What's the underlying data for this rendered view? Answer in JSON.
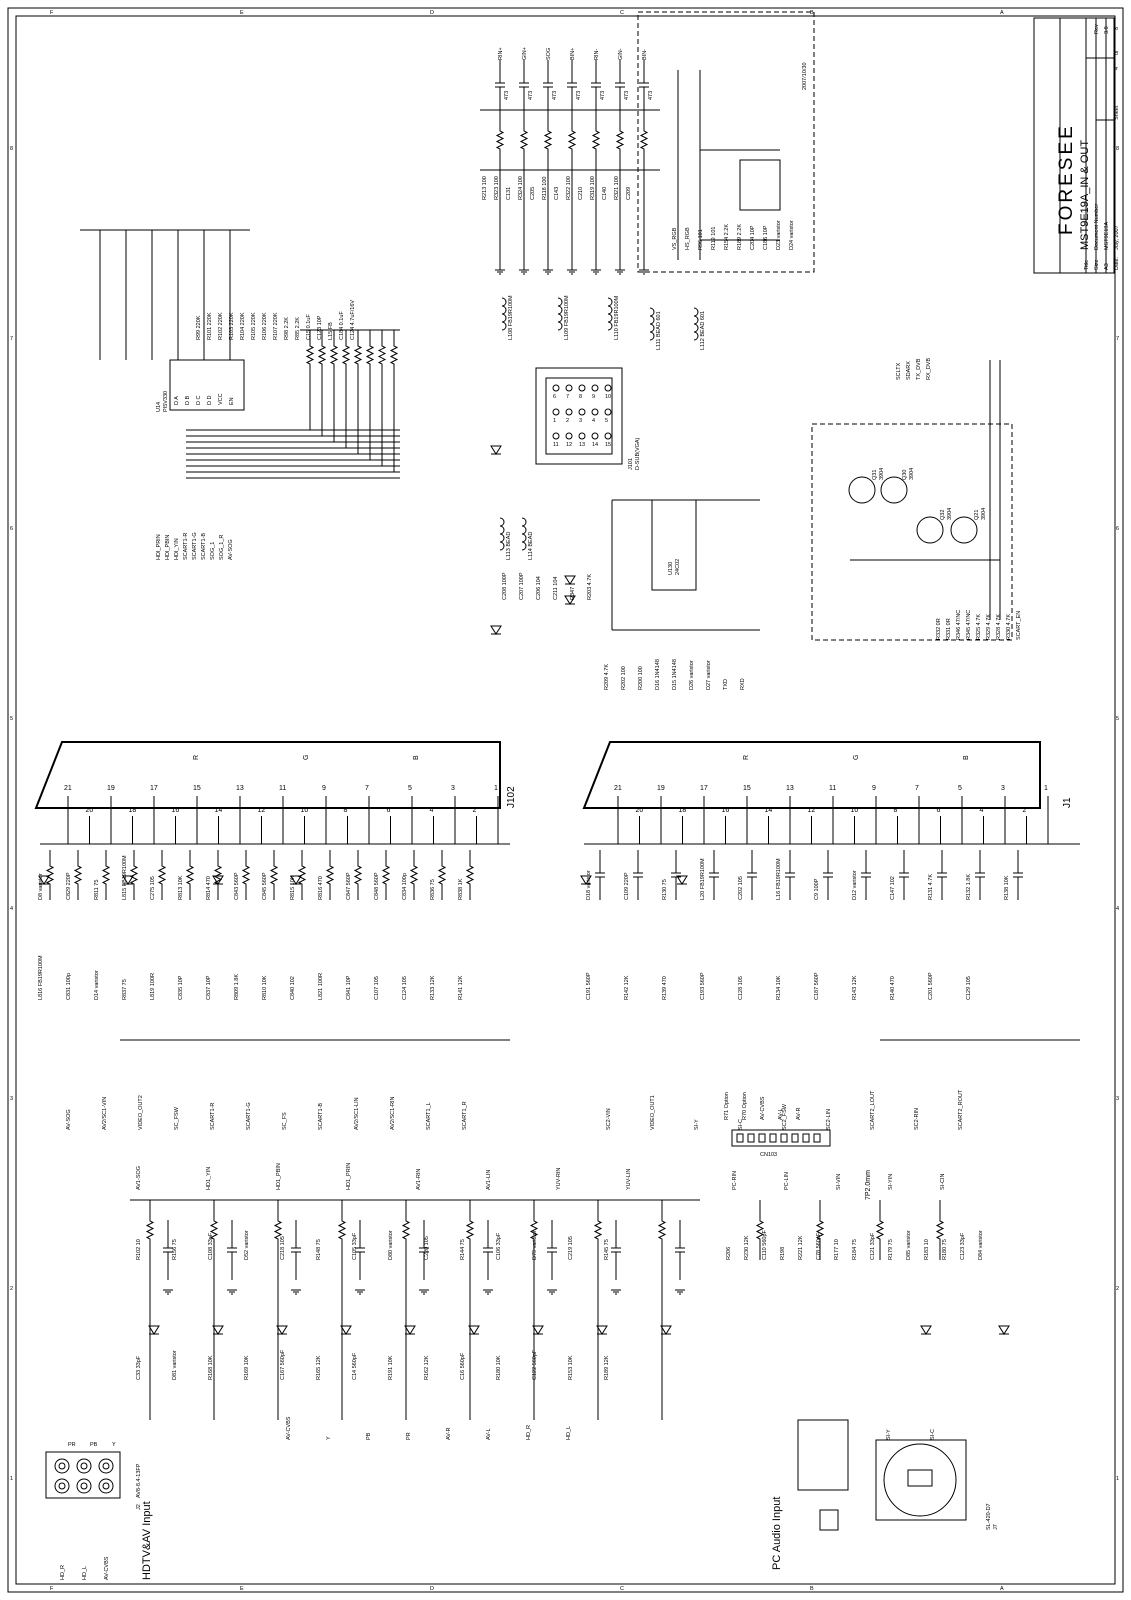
{
  "title_block": {
    "company": "FORESEE",
    "title": "MST9E19A_IN & OUT",
    "title_label": "Title",
    "size_label": "Size",
    "size": "A3",
    "docnum_label": "Document Number",
    "docnum": "MST9E19A",
    "rev_label": "Rev",
    "rev": "3.0",
    "date_label": "Date:",
    "date": "July, 2007",
    "sheet_label": "Sheet",
    "sheet": "4",
    "of_label": "of",
    "sheets_total": "8"
  },
  "revision_stamp": "2007/10/30",
  "border": {
    "col_marks": [
      "8",
      "7",
      "6",
      "5",
      "4",
      "3",
      "2",
      "1"
    ],
    "row_marks": [
      "A",
      "B",
      "C",
      "D",
      "E",
      "F"
    ]
  },
  "connectors": {
    "scart1": {
      "ref": "J102",
      "pins": [
        "21",
        "20",
        "19",
        "18",
        "17",
        "16",
        "15",
        "14",
        "13",
        "12",
        "11",
        "10",
        "9",
        "8",
        "7",
        "6",
        "5",
        "4",
        "3",
        "2",
        "1"
      ],
      "rgb": [
        "R",
        "G",
        "B"
      ]
    },
    "scart2": {
      "ref": "J1",
      "pins": [
        "21",
        "20",
        "19",
        "18",
        "17",
        "16",
        "15",
        "14",
        "13",
        "12",
        "11",
        "10",
        "9",
        "8",
        "7",
        "6",
        "5",
        "4",
        "3",
        "2",
        "1"
      ],
      "rgb": [
        "R",
        "G",
        "B"
      ]
    },
    "dsub": {
      "ref": "J101",
      "type": "D-SUB(VGA)",
      "pins": [
        "6",
        "7",
        "8",
        "9",
        "10",
        "1",
        "2",
        "3",
        "4",
        "5",
        "11",
        "12",
        "13",
        "14",
        "15"
      ]
    },
    "rca": {
      "ref": "J2",
      "part": "AV8-8.4-13FP",
      "labels": [
        "PR",
        "PB",
        "Y",
        "HD_R",
        "HD_L",
        "AV-CVBS"
      ]
    },
    "audio": {
      "ref": "PC Audio Input",
      "part": "7P2.0mm"
    },
    "svideo": {
      "ref": "J7",
      "part": "SL-420-D7",
      "labels": [
        "SI-Y",
        "SI-C"
      ]
    },
    "cn103": {
      "ref": "CN103"
    }
  },
  "sections": {
    "hdtv_caption": "HDTV&AV Input",
    "pc_audio_caption": "PC Audio Input"
  },
  "ics": {
    "u14": {
      "ref": "U14",
      "part": "PI5V330",
      "pins": [
        "D A",
        "D B",
        "D C",
        "D D",
        "VCC",
        "EN"
      ]
    },
    "u130": {
      "ref": "U130",
      "part": "24C02"
    },
    "q31": {
      "ref": "Q31",
      "part": "3904"
    },
    "q30": {
      "ref": "Q30",
      "part": "3904"
    },
    "q32": {
      "ref": "Q32",
      "part": "3904"
    },
    "q21": {
      "ref": "Q21",
      "part": "3904"
    }
  },
  "top_nets": [
    "RIN+",
    "GIN+",
    "SOG",
    "BIN+",
    "RIN-",
    "GIN-",
    "BIN-"
  ],
  "top_caps": [
    "473",
    "473",
    "473",
    "473",
    "473",
    "473",
    "473"
  ],
  "top_resistors": [
    "R213 100",
    "R323 100",
    "C131",
    "R324 100",
    "C205",
    "R118 100",
    "C143",
    "R322 100",
    "C210",
    "R319 100",
    "C140",
    "R321 100",
    "C209"
  ],
  "vga_labels": [
    "VS_RGB",
    "HS_RGB",
    "R96 101",
    "R119 101",
    "R154 2.2K",
    "R189 2.2K",
    "C204 10P",
    "C186 10P",
    "D23 varistor",
    "D24 varistor"
  ],
  "ferrites": [
    "L108 FB19R100M",
    "L109 FB19R100M",
    "L110 FB19R100M",
    "L111 BEAD 601",
    "L112 BEAD 601",
    "L113 BEAD",
    "L114 BEAD"
  ],
  "u14_labels": [
    "HDI_PRIN",
    "HDI_PBIN",
    "HDI_YIN",
    "SCART1-R",
    "SCART1-G",
    "SCART1-B",
    "SOG_1",
    "SOG_1_R",
    "AV-SOG",
    "R99 220K",
    "R101 220K",
    "R102 220K",
    "R103 220K",
    "R104 220K",
    "R105 220K",
    "R106 220K",
    "R107 220K",
    "R98 2.2K",
    "R85 2.2K",
    "C15 0.1uF",
    "C123 10P",
    "L15 FB",
    "C184 0.1uF",
    "C124 4.7uF/16V"
  ],
  "i2c_labels": [
    "SCLTX",
    "SDARX",
    "TX_DVB",
    "RX_DVB",
    "R332 0R",
    "R331 0R",
    "R346 47/NC",
    "R345 47/NC",
    "R325 4.7K",
    "R329 4.7K",
    "R328 4.7K",
    "R330 4.7K",
    "SCART_EN"
  ],
  "eeprom_labels": [
    "C208 100P",
    "C207 100P",
    "C206 104",
    "C211 104",
    "R347",
    "R203 4.7K",
    "R209 4.7K",
    "R202 100",
    "R200 100",
    "D16 1N4148",
    "D15 1N4148",
    "D26 varistor",
    "D27 varistor",
    "TXD",
    "RXD"
  ],
  "scart1_parts": [
    "D8 varistor",
    "C829 220P",
    "R811 75",
    "L815 FB19R100M",
    "C275 105",
    "R813 10K",
    "R814 470",
    "C843 560P",
    "C845 560P",
    "R815 10K",
    "R816 470",
    "C847 560P",
    "C848 560P",
    "C834 100p",
    "R836 75",
    "R838 1K",
    "L816 FB19R100M",
    "C831 100p",
    "D14 varistor",
    "R837 75",
    "L819 100R",
    "C835 10P",
    "C837 10P",
    "R809 1.8K",
    "R810 10K",
    "C840 102",
    "L821 100R",
    "C841 10P",
    "C107 105",
    "C124 105",
    "R133 12K",
    "R141 12K"
  ],
  "scart1_nets": [
    "AV-SOG",
    "AV2/SC1-VIN",
    "VIDEO_OUT2",
    "SC_FSW",
    "SCART1-R",
    "SCART1-G",
    "SC_FS",
    "SCART1-B",
    "AV2/SC1-LIN",
    "AV2/SC1-RIN",
    "SCART1_L",
    "SCART1_R"
  ],
  "scart2_parts": [
    "D18 varistor",
    "C109 220P",
    "R130 75",
    "L20 FB19R100M",
    "C202 105",
    "L16 FB19R100M",
    "C9 100P",
    "D12 varistor",
    "C147 102",
    "R131 4.7K",
    "R132 1.8K",
    "R138 10K",
    "C191 560P",
    "R142 12K",
    "R139 470",
    "C193 560P",
    "C128 105",
    "R134 10K",
    "C187 560P",
    "R143 12K",
    "R140 470",
    "C201 560P",
    "C129 105"
  ],
  "scart2_nets": [
    "SC2-VIN",
    "VIDEO_OUT1",
    "SI-Y",
    "SI-C",
    "SC2_FSW",
    "SC2-LIN",
    "SCART2_LOUT",
    "SC2-RIN",
    "SCART2_ROUT"
  ],
  "cn103_parts": [
    "R71 Option",
    "R70 Option",
    "AV-CVBS",
    "AV-L",
    "AV-R"
  ],
  "hdtv_parts": [
    "R102 10",
    "R156 75",
    "C108 33pF",
    "D52 varistor",
    "C218 105",
    "R148 75",
    "C105 33pF",
    "D80 varistor",
    "C220 105",
    "R144 75",
    "C106 33pF",
    "D79 varistor",
    "C219 105",
    "R145 75",
    "C33 33pF",
    "D81 varistor",
    "R168 10K",
    "R169 10K",
    "C167 560pF",
    "R165 12K",
    "C14 560pF",
    "R191 10K",
    "R162 12K",
    "C16 560pF",
    "R180 10K",
    "C122 560pF",
    "R153 10K",
    "R189 12K"
  ],
  "hdtv_nets": [
    "AV1-SOG",
    "HD1_YIN",
    "HD1_PBIN",
    "HD1_PRIN",
    "AV1-RIN",
    "AV1-LIN",
    "YUV-RIN",
    "YUV-LIN",
    "AV-CVBS",
    "Y",
    "PB",
    "PR",
    "AV-R",
    "AV-L",
    "HD_R",
    "HD_L"
  ],
  "pc_audio_parts": [
    "R206",
    "R230 12K",
    "C110 560pF",
    "R198",
    "R221 12K",
    "C78 560pF",
    "R177 10",
    "R184 75",
    "C121 33pF",
    "R179 75",
    "D85 varistor",
    "R183 10",
    "R180 75",
    "C123 33pF",
    "D84 varistor"
  ],
  "pc_audio_nets": [
    "PC-RIN",
    "PC-LIN",
    "SI-VIN",
    "SI-YIN",
    "SI-CIN",
    "SI-Y",
    "SI-C"
  ]
}
